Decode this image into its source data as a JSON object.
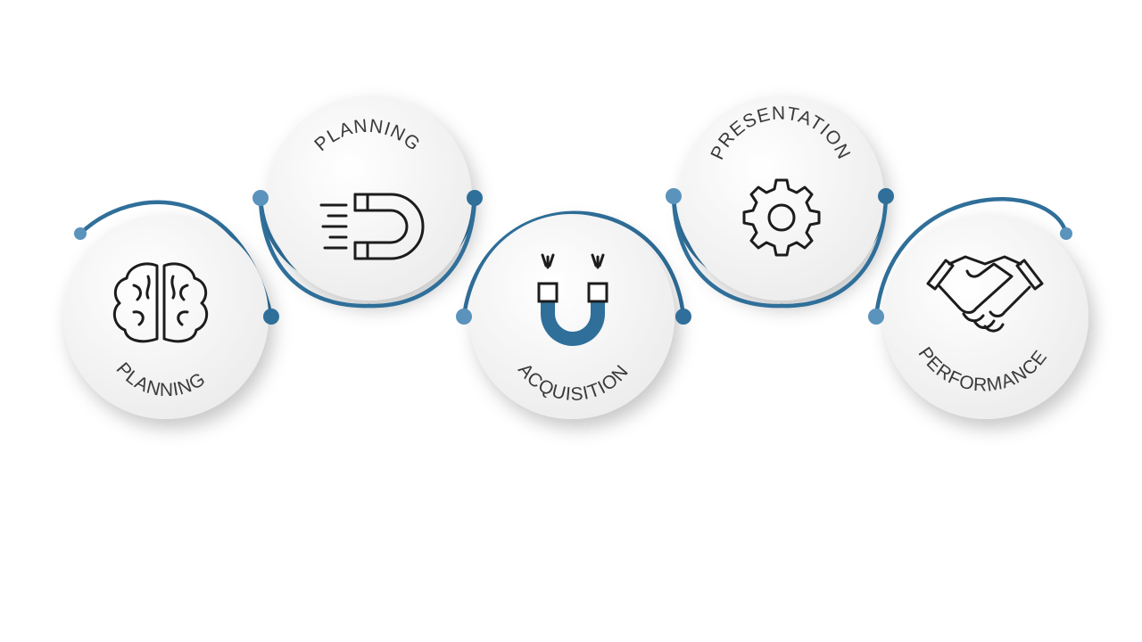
{
  "steps": [
    {
      "label": "Planning",
      "icon": "brain-icon"
    },
    {
      "label": "Planning",
      "icon": "magnet-motion-icon"
    },
    {
      "label": "Acquisition",
      "icon": "magnet-icon"
    },
    {
      "label": "Presentation",
      "icon": "gear-icon"
    },
    {
      "label": "Performance",
      "icon": "handshake-icon"
    }
  ],
  "colors": {
    "accent": "#2f6f9a",
    "accent_light": "#5a93bb",
    "circle_fill": "#f7f7f7",
    "background": "#ffffff",
    "text": "#3a3a3a"
  }
}
